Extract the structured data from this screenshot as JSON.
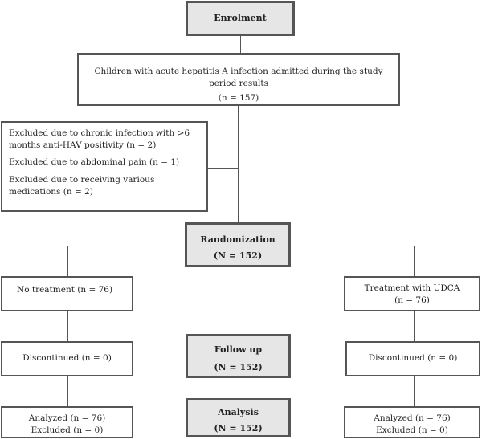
{
  "enrolment": {
    "title": "Enrolment"
  },
  "admitted": {
    "text": "Children with acute hepatitis A infection admitted during the study period results",
    "count": "(n = 157)"
  },
  "excluded": {
    "items": [
      "Excluded due to chronic infection with >6 months anti-HAV positivity (n = 2)",
      "Excluded due to abdominal pain (n = 1)",
      "Excluded due to receiving various medications (n = 2)"
    ]
  },
  "randomization": {
    "title": "Randomization",
    "count": "(N = 152)"
  },
  "left_arm": {
    "group": "No treatment (n = 76)",
    "discontinued": "Discontinued (n = 0)",
    "analyzed": "Analyzed (n = 76)",
    "excluded": "Excluded (n = 0)"
  },
  "right_arm": {
    "group": "Treatment with UDCA",
    "group_count": "(n = 76)",
    "discontinued": "Discontinued (n = 0)",
    "analyzed": "Analyzed (n = 76)",
    "excluded": "Excluded (n = 0)"
  },
  "follow_up": {
    "title": "Follow up",
    "count": "(N = 152)"
  },
  "analysis": {
    "title": "Analysis",
    "count": "(N = 152)"
  }
}
